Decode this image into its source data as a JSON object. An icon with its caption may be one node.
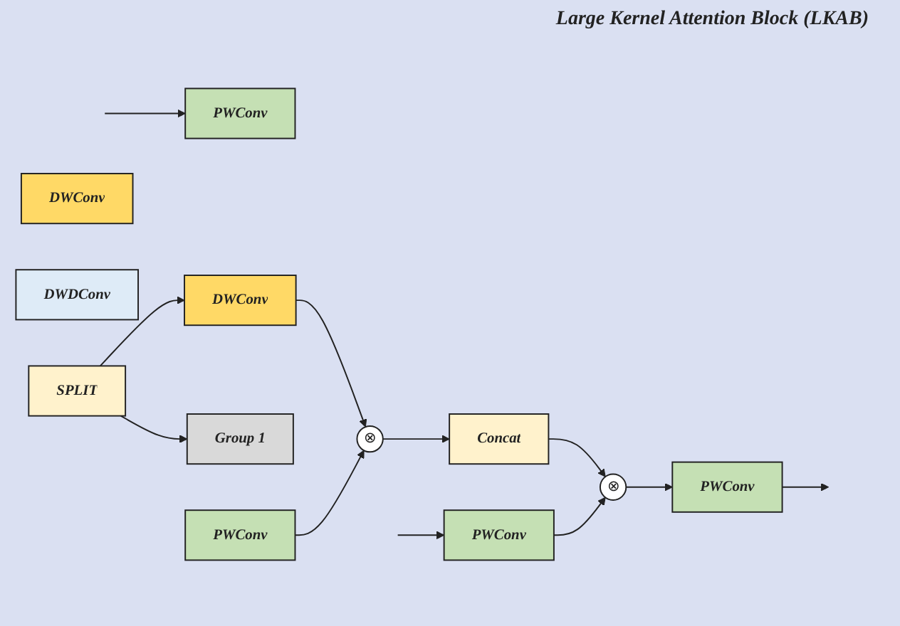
{
  "diagram": {
    "title": "Large Kernel Attention Block (LKAB)",
    "nodes": [
      {
        "text": [
          "PWConv"
        ]
      },
      {
        "text": [
          "SPLIT"
        ]
      },
      {
        "text": [
          "DWConv"
        ]
      },
      {
        "text": [
          "Group 1"
        ]
      },
      {
        "text": [
          "DWConv"
        ]
      },
      {
        "text": [
          "DWDConv"
        ]
      },
      {
        "text": [
          "PWConv"
        ]
      },
      {
        "text": [
          "⊗"
        ]
      },
      {
        "text": [
          "Concat"
        ]
      },
      {
        "text": [
          "⊗"
        ]
      },
      {
        "text": [
          "PWConv"
        ]
      },
      {
        "text": [
          "PWConv"
        ]
      }
    ],
    "edges": [
      {
        "from": null,
        "to": 0,
        "arrow": "to"
      },
      {
        "from": null,
        "to": 10,
        "arrow": "to"
      },
      {
        "from": 1,
        "to": 2,
        "arrow": "to"
      },
      {
        "from": 1,
        "to": 3,
        "arrow": "to"
      },
      {
        "from": 2,
        "to": 7,
        "arrow": "to"
      },
      {
        "from": 6,
        "to": 7,
        "arrow": "to"
      },
      {
        "from": 7,
        "to": 8,
        "arrow": "to"
      },
      {
        "from": 8,
        "to": 9,
        "arrow": "to"
      },
      {
        "from": 10,
        "to": 9,
        "arrow": "to"
      },
      {
        "from": 9,
        "to": 11,
        "arrow": "to"
      },
      {
        "from": 11,
        "to": null,
        "arrow": "to"
      }
    ]
  }
}
